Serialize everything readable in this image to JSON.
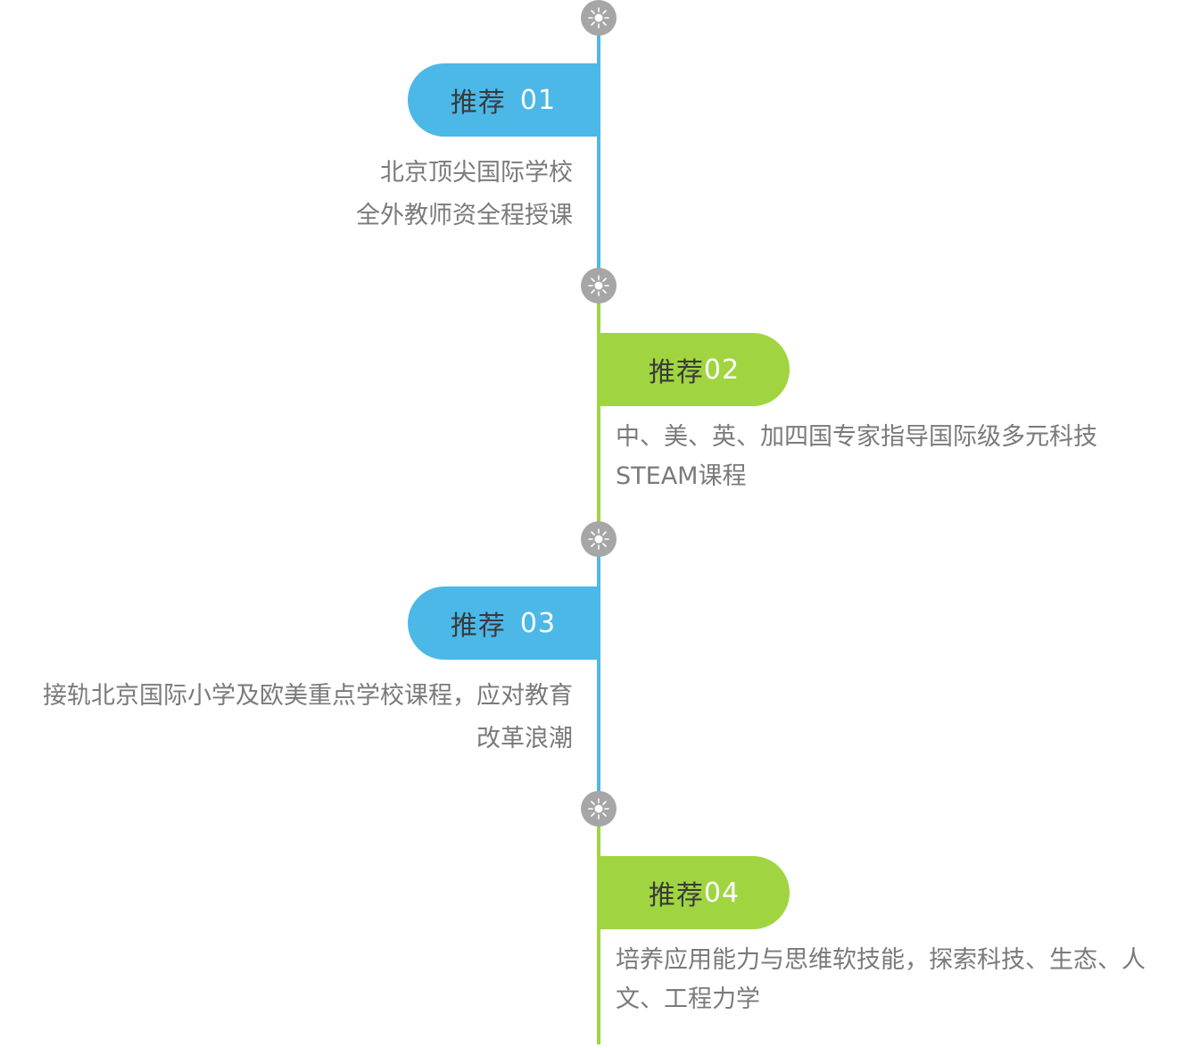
{
  "timeline": {
    "items": [
      {
        "word": "推荐",
        "number": "01",
        "color": "#4cb8e8",
        "side": "left",
        "lines": [
          "北京顶尖国际学校",
          "全外教师资全程授课"
        ]
      },
      {
        "word": "推荐",
        "number": "02",
        "color": "#a0d541",
        "side": "right",
        "lines": [
          "中、美、英、加四国专家指导国际级多元科技",
          "STEAM课程"
        ]
      },
      {
        "word": "推荐",
        "number": "03",
        "color": "#4cb8e8",
        "side": "left",
        "lines": [
          "接轨北京国际小学及欧美重点学校课程，应对教育",
          "改革浪潮"
        ]
      },
      {
        "word": "推荐",
        "number": "04",
        "color": "#a0d541",
        "side": "right",
        "lines": [
          "培养应用能力与思维软技能，探索科技、生态、人",
          "文、工程力学"
        ]
      }
    ],
    "node_icon": "sun-icon",
    "node_color": "#a6a6a6"
  }
}
